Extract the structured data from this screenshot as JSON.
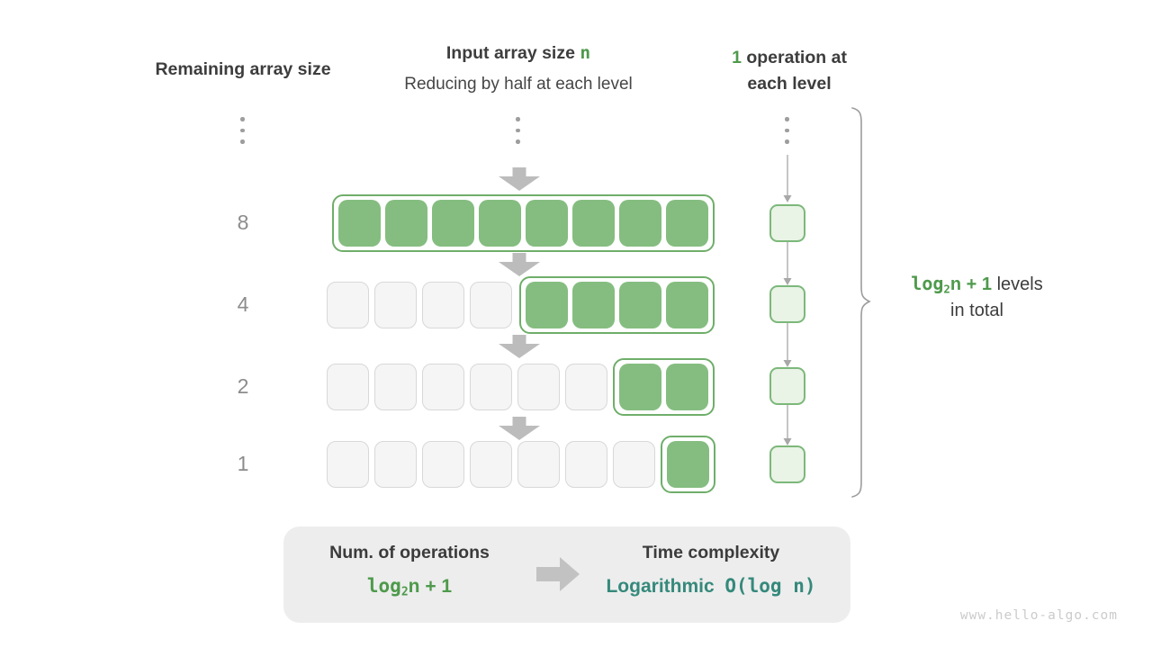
{
  "header": {
    "col1": "Remaining array size",
    "col2_title_prefix": "Input array size ",
    "col2_title_var": "n",
    "col2_subtitle": "Reducing by half at each level",
    "col3_num": "1",
    "col3_line1_rest": " operation at",
    "col3_line2": "each level"
  },
  "rows": [
    {
      "label": "8",
      "gray": 0,
      "green": 8
    },
    {
      "label": "4",
      "gray": 4,
      "green": 4
    },
    {
      "label": "2",
      "gray": 6,
      "green": 2
    },
    {
      "label": "1",
      "gray": 7,
      "green": 1
    }
  ],
  "ops_column": {
    "count": 4,
    "operations_per_level": 1
  },
  "brace_label": {
    "formula_log": "log",
    "formula_sub": "2",
    "formula_rest": "n + 1",
    "text_line1": " levels",
    "text_line2": "in total"
  },
  "summary": {
    "left_title": "Num. of operations",
    "left_formula_log": "log",
    "left_formula_sub": "2",
    "left_formula_rest": "n + 1",
    "right_title": "Time complexity",
    "right_value_word": "Logarithmic",
    "right_value_big_o": "O(log n)"
  },
  "watermark": "www.hello-algo.com",
  "colors": {
    "green_fill": "#85bd80",
    "green_border": "#6fae6a",
    "light_green_fill": "#e9f3e6",
    "green_text": "#4e9a4b",
    "teal_text": "#35897b",
    "gray_cell_fill": "#f5f5f5",
    "gray_cell_border": "#d8d8d8",
    "arrow_gray": "#bcbcbc",
    "panel_bg": "#ededed",
    "text_dark": "#3d3d3d",
    "number_gray": "#8c8c8c"
  }
}
